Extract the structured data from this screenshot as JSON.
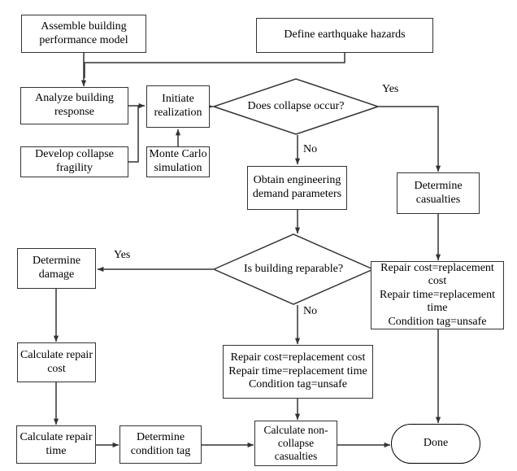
{
  "diagram": {
    "title": "Earthquake building performance assessment flowchart",
    "type": "flowchart",
    "stroke_color": "#333333",
    "text_color": "#000000",
    "background": "#ffffff"
  },
  "nodes": [
    {
      "id": "assemble_model",
      "shape": "rect",
      "label": "Assemble building\nperformance model"
    },
    {
      "id": "define_hazards",
      "shape": "rect",
      "label": "Define earthquake hazards"
    },
    {
      "id": "analyze_response",
      "shape": "rect",
      "label": "Analyze building\nresponse"
    },
    {
      "id": "initiate_realization",
      "shape": "rect",
      "label": "Initiate\nrealization"
    },
    {
      "id": "develop_fragility",
      "shape": "rect",
      "label": "Develop collapse\nfragility"
    },
    {
      "id": "monte_carlo",
      "shape": "rect",
      "label": "Monte Carlo\nsimulation"
    },
    {
      "id": "collapse_decision",
      "shape": "diamond",
      "label": "Does collapse occur?"
    },
    {
      "id": "obtain_edp",
      "shape": "rect",
      "label": "Obtain engineering\ndemand parameters"
    },
    {
      "id": "determine_casualties",
      "shape": "rect",
      "label": "Determine\ncasualties"
    },
    {
      "id": "reparable_decision",
      "shape": "diamond",
      "label": "Is building reparable?"
    },
    {
      "id": "replacement_right",
      "shape": "rect",
      "label": "Repair cost=replacement\ncost\nRepair time=replacement\ntime\nCondition tag=unsafe"
    },
    {
      "id": "determine_damage",
      "shape": "rect",
      "label": "Determine\ndamage"
    },
    {
      "id": "calculate_repair_cost",
      "shape": "rect",
      "label": "Calculate repair\ncost"
    },
    {
      "id": "replacement_middle",
      "shape": "rect",
      "label": "Repair cost=replacement cost\nRepair time=replacement time\nCondition tag=unsafe"
    },
    {
      "id": "calculate_repair_time",
      "shape": "rect",
      "label": "Calculate repair\ntime"
    },
    {
      "id": "determine_condition_tag",
      "shape": "rect",
      "label": "Determine\ncondition tag"
    },
    {
      "id": "calculate_noncollapse",
      "shape": "rect",
      "label": "Calculate non-\ncollapse\ncasualties"
    },
    {
      "id": "done",
      "shape": "terminator",
      "label": "Done"
    }
  ],
  "edge_labels": [
    {
      "id": "collapse_yes",
      "text": "Yes"
    },
    {
      "id": "collapse_no",
      "text": "No"
    },
    {
      "id": "reparable_yes",
      "text": "Yes"
    },
    {
      "id": "reparable_no",
      "text": "No"
    }
  ]
}
